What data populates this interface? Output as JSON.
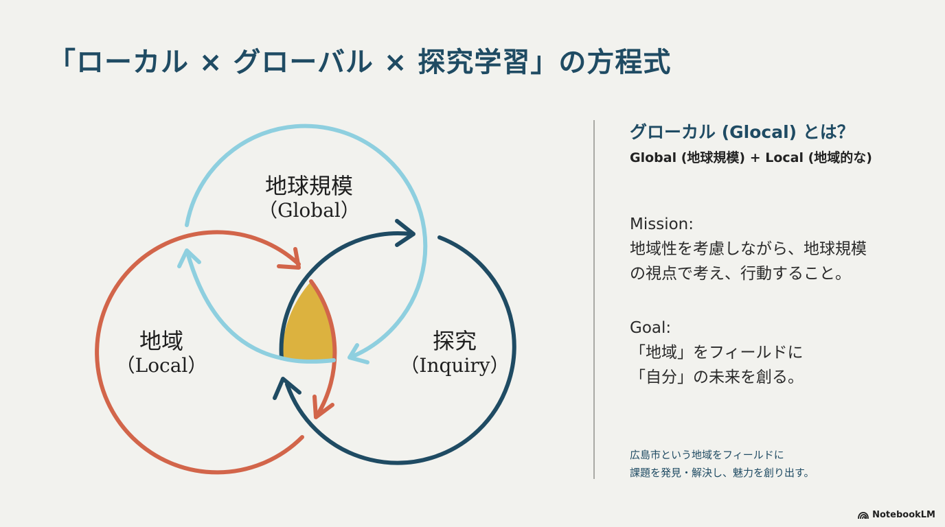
{
  "title": "「ローカル × グローバル × 探究学習」の方程式",
  "diagram": {
    "circles": [
      {
        "id": "global",
        "label_jp": "地球規模",
        "label_en": "（Global）",
        "color": "#8ecfdf"
      },
      {
        "id": "local",
        "label_jp": "地域",
        "label_en": "（Local）",
        "color": "#d2654a"
      },
      {
        "id": "inquiry",
        "label_jp": "探究",
        "label_en": "（Inquiry）",
        "color": "#1f4b63"
      }
    ],
    "intersection_color": "#dcb23f"
  },
  "panel": {
    "glocal_title": "グローカル (Glocal) とは？",
    "glocal_definition": "Global (地球規模) + Local (地域的な)",
    "mission": {
      "heading": "Mission:",
      "lines": [
        "地域性を考慮しながら、地球規模",
        "の視点で考え、行動すること。"
      ]
    },
    "goal": {
      "heading": "Goal:",
      "lines": [
        "「地域」をフィールドに",
        "「自分」の未来を創る。"
      ]
    },
    "footnote": [
      "広島市という地域をフィールドに",
      "課題を発見・解決し、魅力を創り出す。"
    ]
  },
  "brand": {
    "icon": "notebooklm-logo-icon",
    "label": "NotebookLM"
  }
}
